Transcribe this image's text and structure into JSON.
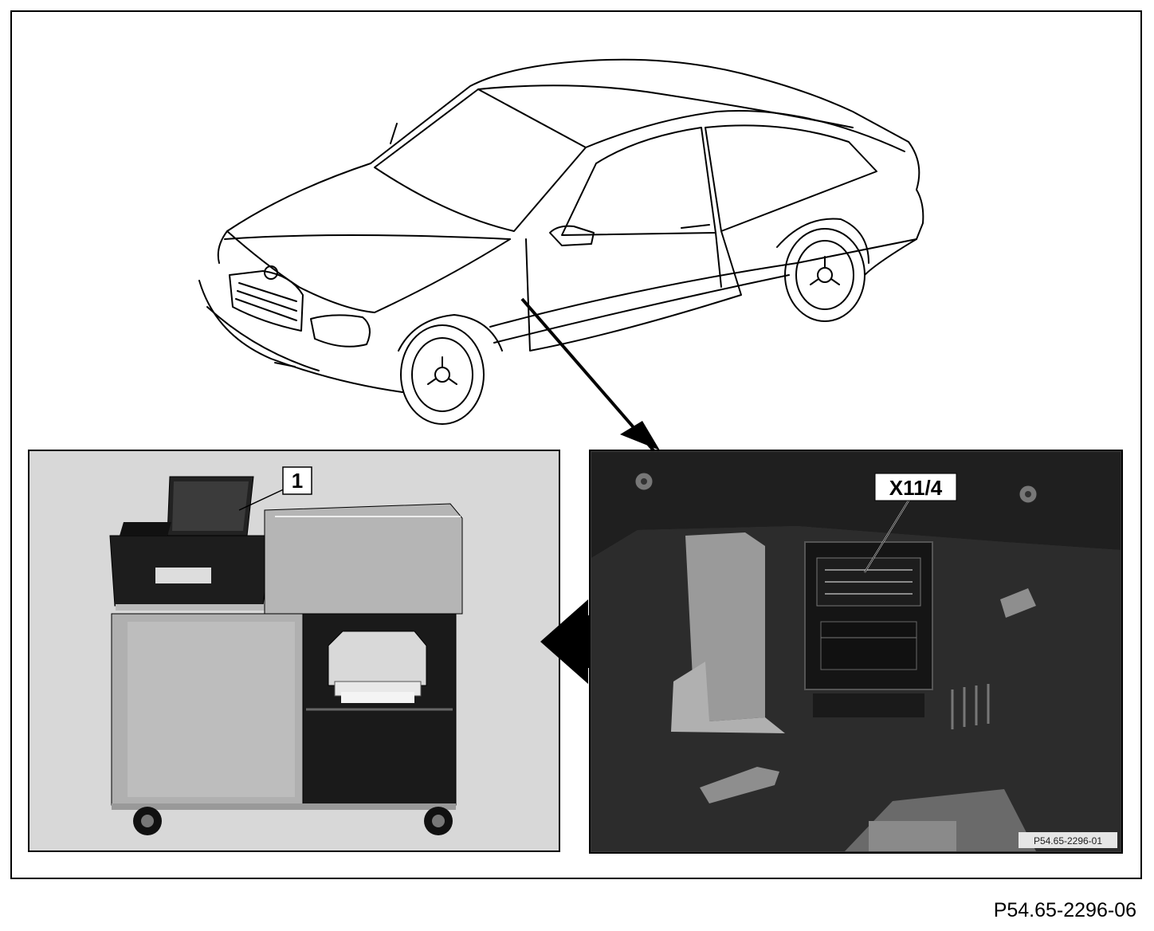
{
  "callouts": {
    "tester_number": "1",
    "connector_label": "X11/4"
  },
  "photo_reference": "P54.65-2296-01",
  "figure_reference": "P54.65-2296-06",
  "colors": {
    "line": "#000000",
    "left_panel_bg": "#d8d8d8",
    "photo_dark": "#2a2a2a"
  }
}
